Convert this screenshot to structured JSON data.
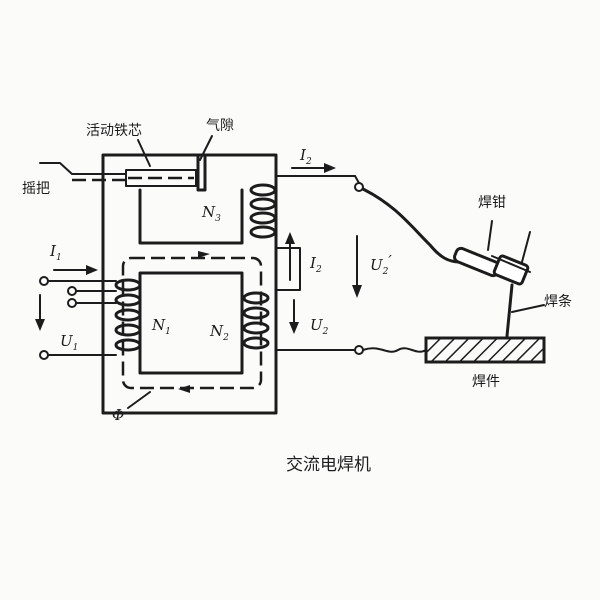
{
  "caption": "交流电焊机",
  "parts": {
    "movable_core": "活动铁芯",
    "air_gap": "气隙",
    "handle": "摇把",
    "electrode_holder": "焊钳",
    "electrode": "焊条",
    "workpiece": "焊件"
  },
  "symbols": {
    "I": "I",
    "U": "U",
    "N": "N",
    "flux": "Φ",
    "sub_1": "1",
    "sub_2": "2",
    "sub_3": "3",
    "prime": "′"
  }
}
